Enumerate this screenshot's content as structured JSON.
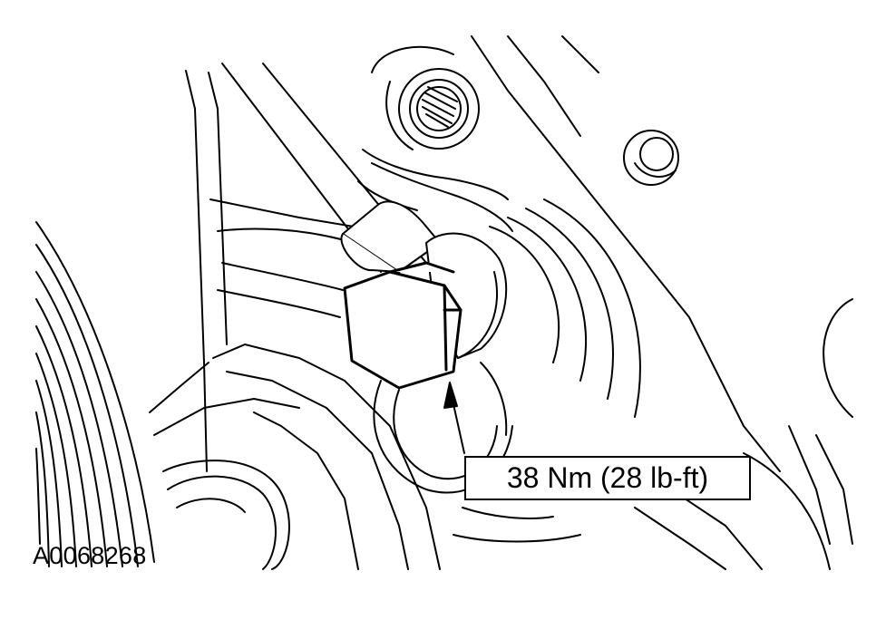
{
  "figure": {
    "subject": "sensor-bolt-on-engine-block",
    "line_color": "#000000",
    "background_color": "#ffffff"
  },
  "callout": {
    "torque_text": "38 Nm (28 lb-ft)"
  },
  "figure_id": "A0068268"
}
